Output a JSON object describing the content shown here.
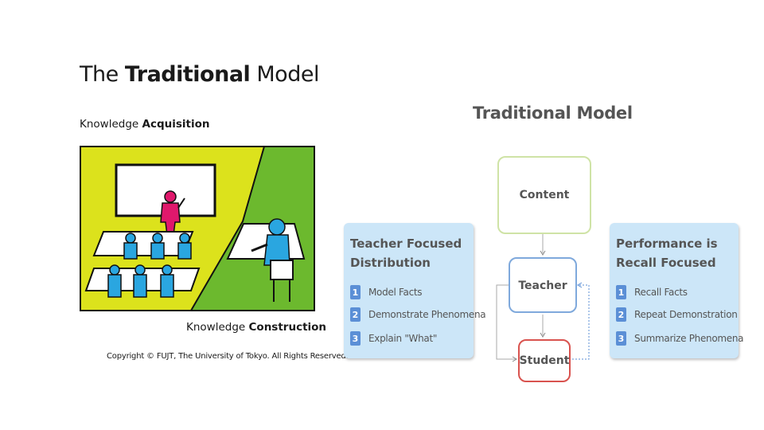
{
  "left": {
    "title_prefix": "The ",
    "title_bold": "Traditional",
    "title_suffix": " Model",
    "acquisition_prefix": "Knowledge ",
    "acquisition_bold": "Acquisition",
    "construction_prefix": "Knowledge ",
    "construction_bold": "Construction",
    "copyright": "Copyright © FUJT, The University of Tokyo. All Rights Reserved."
  },
  "diagram": {
    "title": "Traditional Model",
    "nodes": {
      "content": "Content",
      "teacher": "Teacher",
      "student": "Student"
    },
    "left_panel": {
      "title": "Teacher Focused Distribution",
      "items": [
        {
          "num": "1",
          "label": "Model Facts"
        },
        {
          "num": "2",
          "label": "Demonstrate Phenomena"
        },
        {
          "num": "3",
          "label": "Explain \"What\""
        }
      ]
    },
    "right_panel": {
      "title": "Performance is Recall Focused",
      "items": [
        {
          "num": "1",
          "label": "Recall Facts"
        },
        {
          "num": "2",
          "label": "Repeat Demonstration"
        },
        {
          "num": "3",
          "label": "Summarize Phenomena"
        }
      ]
    },
    "colors": {
      "content_border": "#cfe3a6",
      "teacher_border": "#7fa9dc",
      "student_border": "#d9534f",
      "panel_bg": "#cce6f8",
      "number_badge": "#5b8fd6",
      "illustration_yellow": "#dce21c",
      "illustration_green": "#6cb92e",
      "figure_blue": "#2aa6e0",
      "figure_magenta": "#e0186c"
    }
  }
}
